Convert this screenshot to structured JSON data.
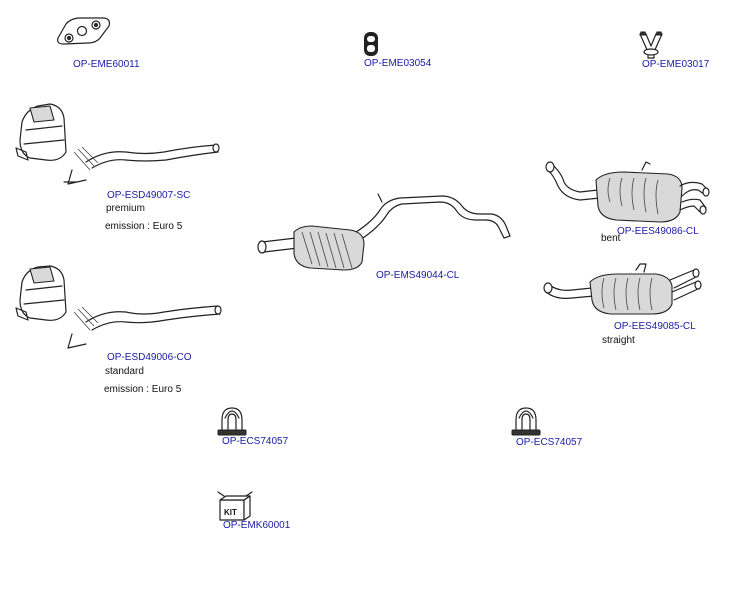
{
  "parts": {
    "eme60011": "OP-EME60011",
    "eme03054": "OP-EME03054",
    "eme03017": "OP-EME03017",
    "esd49007": "OP-ESD49007-SC",
    "esd49006": "OP-ESD49006-CO",
    "ems49044": "OP-EMS49044-CL",
    "ees49086": "OP-EES49086-CL",
    "ees49085": "OP-EES49085-CL",
    "ecs74057_left": "OP-ECS74057",
    "ecs74057_right": "OP-ECS74057",
    "emk60001": "OP-EMK60001"
  },
  "notes": {
    "esd49007_grade": "premium",
    "esd49007_emission": "emission : Euro 5",
    "esd49006_grade": "standard",
    "esd49006_emission": "emission : Euro 5",
    "ees49086_shape": "bent",
    "ees49085_shape": "straight"
  },
  "kit_label": "KIT",
  "colors": {
    "link": "#1a1aa8",
    "outline": "#222222",
    "fill": "#d9d9d9"
  },
  "icons": {
    "eme60011": "hanger-plate-icon",
    "eme03054": "rubber-mount-icon",
    "eme03017": "y-hanger-icon",
    "clamp": "pipe-clamp-icon",
    "kit": "fitting-kit-box-icon"
  }
}
